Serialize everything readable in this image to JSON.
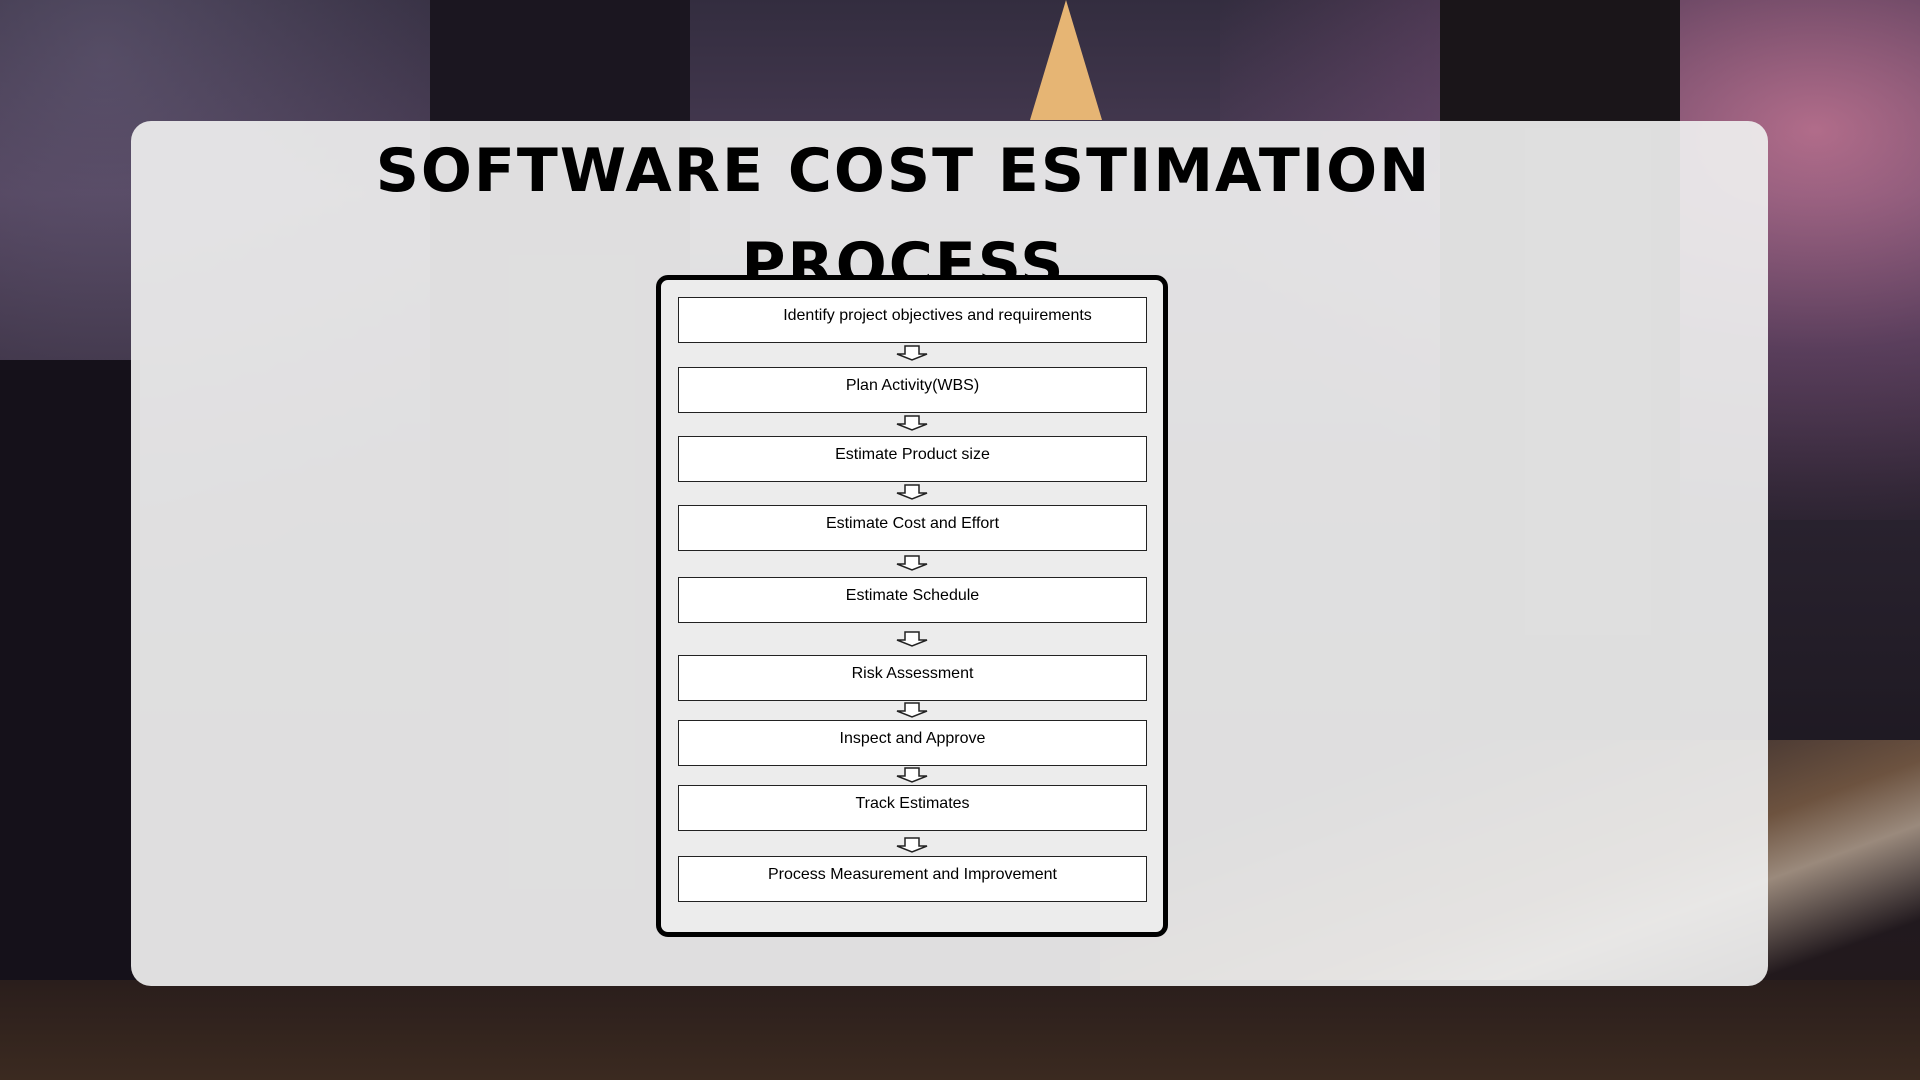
{
  "title_line1": "SOFTWARE COST ESTIMATION",
  "title_line2": "PROCESS",
  "steps": [
    "Identify project objectives and requirements",
    "Plan Activity(WBS)",
    "Estimate Product size",
    "Estimate  Cost and Effort",
    "Estimate Schedule",
    "Risk Assessment",
    "Inspect and Approve",
    "Track Estimates",
    "Process Measurement and Improvement"
  ],
  "colors": {
    "panel": "#eeeeee",
    "box_fill": "#ffffff",
    "border": "#000000",
    "text": "#000000"
  }
}
